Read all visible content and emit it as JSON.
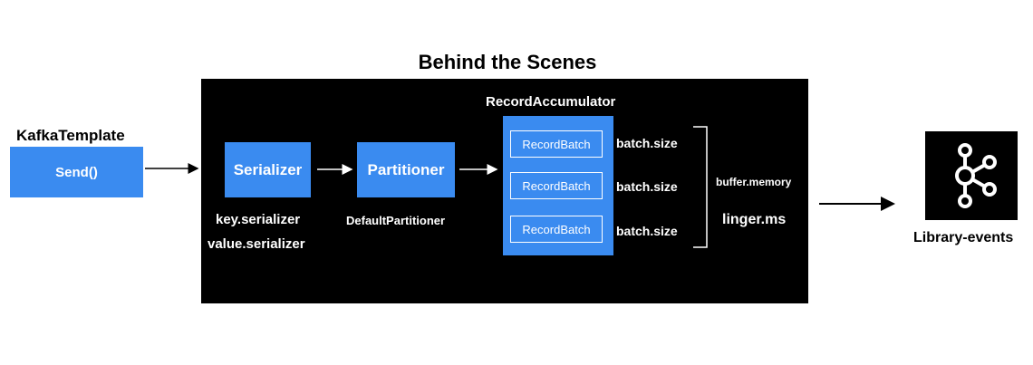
{
  "diagram": {
    "title": "Behind the Scenes",
    "kafka_template": {
      "title": "KafkaTemplate",
      "button": "Send()"
    },
    "serializer": {
      "label": "Serializer",
      "configs": [
        "key.serializer",
        "value.serializer"
      ]
    },
    "partitioner": {
      "label": "Partitioner",
      "default": "DefaultPartitioner"
    },
    "accumulator": {
      "title": "RecordAccumulator",
      "batches": [
        "RecordBatch",
        "RecordBatch",
        "RecordBatch"
      ],
      "batch_size_labels": [
        "batch.size",
        "batch.size",
        "batch.size"
      ]
    },
    "configs": {
      "buffer_memory": "buffer.memory",
      "linger_ms": "linger.ms"
    },
    "topic": {
      "label": "Library-events",
      "icon": "kafka-logo-icon"
    },
    "colors": {
      "accent": "#3a8bf0",
      "panel": "#000000"
    }
  }
}
